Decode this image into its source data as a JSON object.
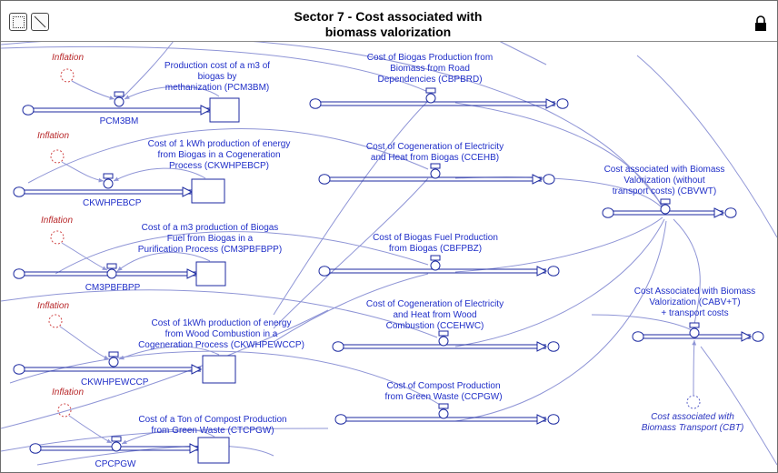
{
  "title": {
    "line1": "Sector 7 - Cost associated with",
    "line2": "biomass valorization"
  },
  "toolbar": {
    "left_icons": [
      "select-rect-icon",
      "line-tool-icon"
    ],
    "right_icon": "lock-icon"
  },
  "inflation": "Inflation",
  "stocks": [
    {
      "id": "pcm3bm",
      "rate": "PCM3BM",
      "aux": [
        "Production cost of a m3 of",
        "biogas by",
        "methanization (PCM3BM)"
      ]
    },
    {
      "id": "ckwhpebcp",
      "rate": "CKWHPEBCP",
      "aux": [
        "Cost of 1 kWh production of energy",
        "from Biogas in a Cogeneration",
        "Process (CKWHPEBCP)"
      ]
    },
    {
      "id": "cm3pbfbpp",
      "rate": "CM3PBFBPP",
      "aux": [
        "Cost of a m3 production of Biogas",
        "Fuel from Biogas in a",
        "Purification Process (CM3PBFBPP)"
      ]
    },
    {
      "id": "ckwhpewccp",
      "rate": "CKWHPEWCCP",
      "aux": [
        "Cost of 1kWh production of energy",
        "from Wood Combustion in a",
        "Cogeneration Process (CKWHPEWCCP)"
      ]
    },
    {
      "id": "cpcpgw",
      "rate": "CPCPGW",
      "aux": [
        "Cost of a Ton of Compost Production",
        "from Green Waste (CTCPGW)"
      ]
    }
  ],
  "flows": [
    {
      "id": "cbpbrd",
      "label": [
        "Cost of Biogas Production from",
        "Biomass from Road",
        "Dependencies (CBPBRD)"
      ]
    },
    {
      "id": "cceh b",
      "label": [
        "Cost of Cogeneration of Electricity",
        "and Heat from Biogas (CCEHB)"
      ]
    },
    {
      "id": "cbfpbz",
      "label": [
        "Cost of Biogas Fuel Production",
        "from Biogas (CBFPBZ)"
      ]
    },
    {
      "id": "ccehwc",
      "label": [
        "Cost of Cogeneration of Electricity",
        "and Heat from Wood",
        "Combustion (CCEHWC)"
      ]
    },
    {
      "id": "ccpgw",
      "label": [
        "Cost of Compost Production",
        "from Green Waste (CCPGW)"
      ]
    },
    {
      "id": "cbvwt",
      "label": [
        "Cost associated with Biomass",
        "Valorization (without",
        "transport costs) (CBVWT)"
      ]
    },
    {
      "id": "cabvt",
      "label": [
        "Cost Associated with Biomass",
        "Valorization (CABV+T)",
        "+ transport costs"
      ]
    }
  ],
  "transport": [
    "Cost associated with",
    "Biomass Transport (CBT)"
  ],
  "colors": {
    "flow_pipe": "#1c2aa0",
    "connector": "#8f95d6",
    "label": "#1f2ec8",
    "inflation": "#b8282a",
    "ghost": "#d04848"
  }
}
